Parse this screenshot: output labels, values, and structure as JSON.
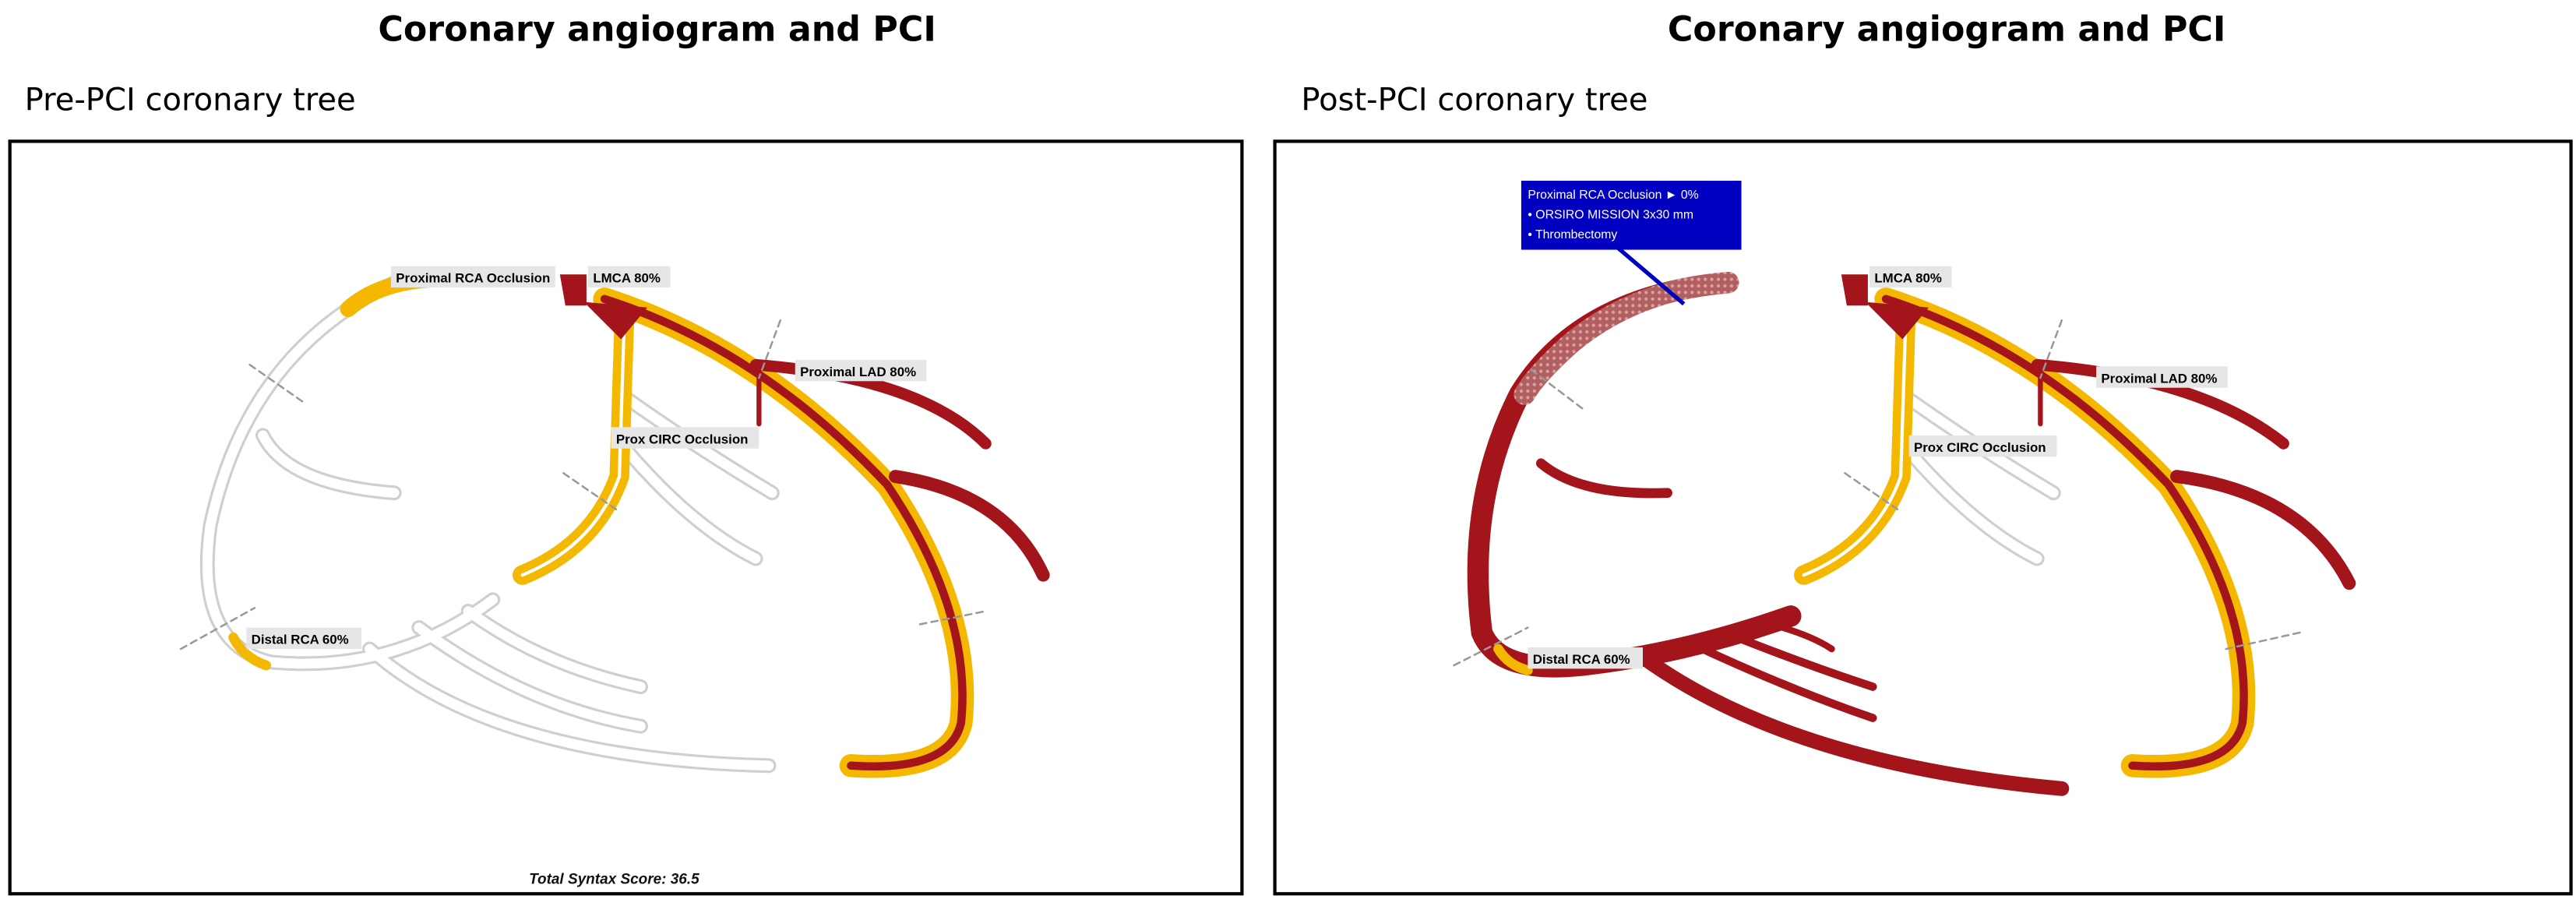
{
  "left": {
    "title": "Coronary angiogram and PCI",
    "subtitle": "Pre-PCI coronary tree",
    "labels": {
      "proximal_rca": "Proximal RCA Occlusion",
      "lmca": "LMCA 80%",
      "proximal_lad": "Proximal LAD 80%",
      "prox_circ": "Prox CIRC Occlusion",
      "distal_rca": "Distal RCA 60%"
    },
    "score": "Total Syntax Score: 36.5"
  },
  "right": {
    "title": "Coronary angiogram and PCI",
    "subtitle": "Post-PCI coronary tree",
    "labels": {
      "lmca": "LMCA 80%",
      "proximal_lad": "Proximal LAD 80%",
      "prox_circ": "Prox CIRC Occlusion",
      "distal_rca": "Distal RCA 60%"
    },
    "callout": {
      "line1": "Proximal RCA Occlusion ► 0%",
      "line2": "• ORSIRO MISSION 3x30 mm",
      "line3": "• Thrombectomy"
    }
  },
  "colors": {
    "lesion": "#f5b800",
    "vessel": "#a3151b",
    "callout": "#0000c0",
    "normal_outline": "#cfcfcf"
  }
}
